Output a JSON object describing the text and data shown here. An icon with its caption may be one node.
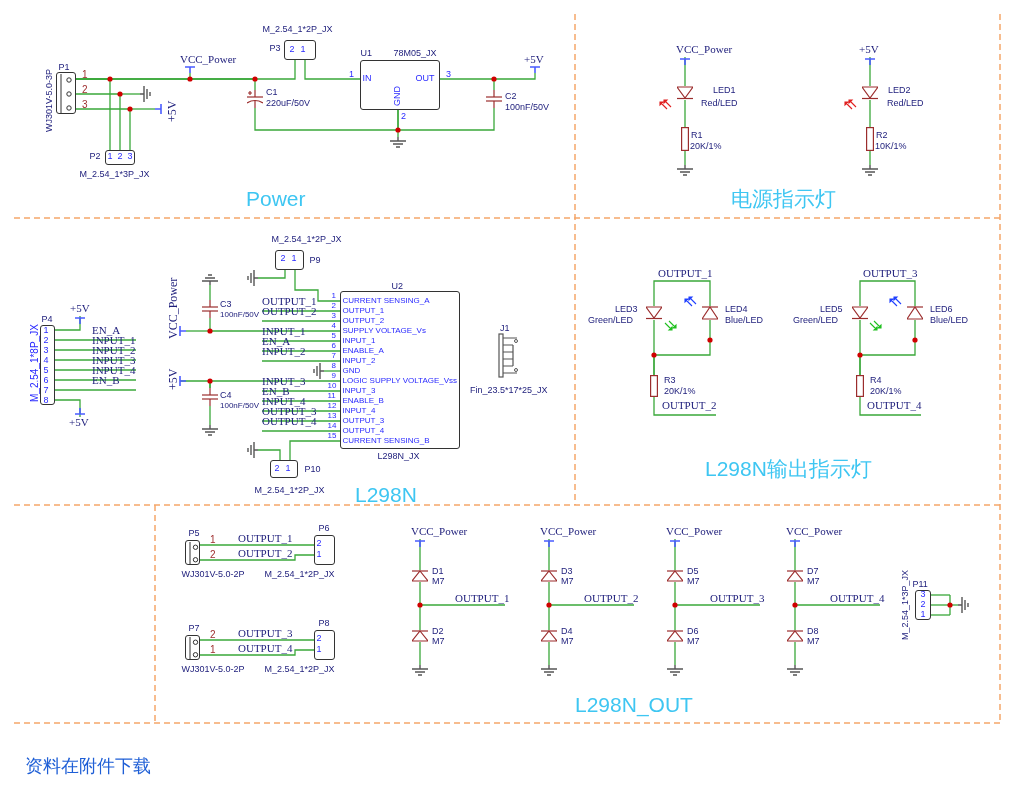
{
  "diagram": {
    "nodes": [
      {
        "text": [
          "P1",
          "WJ301V-5.0-3P"
        ]
      },
      {
        "text": [
          "P2",
          "1",
          "2",
          "3",
          "M_2.54_1*3P_JX"
        ]
      },
      {
        "text": [
          "C1",
          "220uF/50V"
        ]
      },
      {
        "text": [
          "M_2.54_1*2P_JX",
          "P3",
          "2",
          "1"
        ]
      },
      {
        "text": [
          "U1",
          "78M05_JX",
          "IN",
          "OUT",
          "GND"
        ]
      },
      {
        "text": [
          "C2",
          "100nF/50V"
        ]
      },
      {
        "text": [
          "LED1",
          "Red/LED"
        ]
      },
      {
        "text": [
          "R1",
          "20K/1%"
        ]
      },
      {
        "text": [
          "LED2",
          "Red/LED"
        ]
      },
      {
        "text": [
          "R2",
          "10K/1%"
        ]
      },
      {
        "text": [
          "P4",
          "M_2.54_1*8P_JX",
          "1",
          "2",
          "3",
          "4",
          "5",
          "6",
          "7",
          "8"
        ]
      },
      {
        "text": [
          "M_2.54_1*2P_JX",
          "2",
          "1",
          "P9"
        ]
      },
      {
        "text": [
          "C3",
          "100nF/50V"
        ]
      },
      {
        "text": [
          "U2",
          "CURRENT SENSING_A",
          "OUTPUT_1",
          "OUTPUT_2",
          "SUPPLY VOLTAGE_Vs",
          "INPUT_1",
          "ENABLE_A",
          "INPUT_2",
          "GND",
          "LOGIC SUPPLY VOLTAGE_Vss",
          "INPUT_3",
          "ENABLE_B",
          "INPUT_4",
          "OUTPUT_3",
          "OUTPUT_4",
          "CURRENT SENSING_B",
          "L298N_JX"
        ],
        "beside": [
          "1",
          "2",
          "3",
          "4",
          "5",
          "6",
          "7",
          "8",
          "9",
          "10",
          "11",
          "12",
          "13",
          "14",
          "15"
        ]
      },
      {
        "text": [
          "C4",
          "100nF/50V"
        ]
      },
      {
        "text": [
          "2",
          "1",
          "P10",
          "M_2.54_1*2P_JX"
        ]
      },
      {
        "text": [
          "J1",
          "Fin_23.5*17*25_JX"
        ]
      },
      {
        "text": [
          "LED3",
          "Green/LED"
        ]
      },
      {
        "text": [
          "LED4",
          "Blue/LED"
        ]
      },
      {
        "text": [
          "R3",
          "20K/1%"
        ]
      },
      {
        "text": [
          "LED5",
          "Green/LED"
        ]
      },
      {
        "text": [
          "LED6",
          "Blue/LED"
        ]
      },
      {
        "text": [
          "R4",
          "20K/1%"
        ]
      },
      {
        "text": [
          "P5",
          "WJ301V-5.0-2P"
        ]
      },
      {
        "text": [
          "P6",
          "2",
          "1",
          "M_2.54_1*2P_JX"
        ]
      },
      {
        "text": [
          "P7",
          "WJ301V-5.0-2P"
        ]
      },
      {
        "text": [
          "P8",
          "2",
          "1",
          "M_2.54_1*2P_JX"
        ]
      },
      {
        "text": [
          "D1",
          "M7"
        ]
      },
      {
        "text": [
          "D2",
          "M7"
        ]
      },
      {
        "text": [
          "D3",
          "M7"
        ]
      },
      {
        "text": [
          "D4",
          "M7"
        ]
      },
      {
        "text": [
          "D5",
          "M7"
        ]
      },
      {
        "text": [
          "D6",
          "M7"
        ]
      },
      {
        "text": [
          "D7",
          "M7"
        ]
      },
      {
        "text": [
          "D8",
          "M7"
        ]
      },
      {
        "text": [
          "P11",
          "3",
          "2",
          "1",
          "M_2.54_1*3P_JX"
        ]
      },
      {
        "text": [
          "OUTPUT_1"
        ]
      },
      {
        "text": [
          "OUTPUT_2"
        ]
      },
      {
        "text": [
          "INPUT_1"
        ]
      },
      {
        "text": [
          "EN_A"
        ]
      },
      {
        "text": [
          "INPUT_2"
        ]
      },
      {
        "text": [
          "INPUT_3"
        ]
      },
      {
        "text": [
          "EN_B"
        ]
      },
      {
        "text": [
          "INPUT_4"
        ]
      },
      {
        "text": [
          "OUTPUT_3"
        ]
      },
      {
        "text": [
          "OUTPUT_4"
        ]
      },
      {
        "text": [
          "EN_A"
        ]
      },
      {
        "text": [
          "INPUT_1"
        ]
      },
      {
        "text": [
          "INPUT_2"
        ]
      },
      {
        "text": [
          "INPUT_3"
        ]
      },
      {
        "text": [
          "INPUT_4"
        ]
      },
      {
        "text": [
          "EN_B"
        ]
      },
      {
        "text": [
          "OUTPUT_2"
        ]
      },
      {
        "text": [
          "OUTPUT_4"
        ]
      },
      {
        "text": [
          "VCC_Power"
        ]
      },
      {
        "text": [
          "+5V"
        ]
      },
      {
        "text": [
          "+5V"
        ]
      },
      {
        "text": [
          "+5V"
        ]
      },
      {
        "text": [
          "+5V"
        ]
      },
      {
        "text": [
          "VCC_Power"
        ]
      },
      {
        "text": [
          "VCC_Power"
        ]
      },
      {
        "text": [
          "VCC_Power"
        ]
      },
      {
        "text": [
          "VCC_Power"
        ]
      }
    ],
    "edges": [
      {
        "from": 0,
        "to": 1,
        "arrow": "none"
      },
      {
        "from": 0,
        "to": 1,
        "arrow": "none"
      },
      {
        "from": 0,
        "to": 1,
        "arrow": "none"
      },
      {
        "from": 0,
        "to": 2,
        "arrow": "none"
      },
      {
        "from": 0,
        "to": 3,
        "arrow": "none"
      },
      {
        "from": 3,
        "to": 4,
        "arrow": "none"
      },
      {
        "from": 4,
        "to": 5,
        "arrow": "none"
      },
      {
        "from": 4,
        "to": 2,
        "arrow": "none"
      },
      {
        "from": 4,
        "to": 5,
        "arrow": "none"
      },
      {
        "from": 6,
        "to": 7,
        "arrow": "none"
      },
      {
        "from": 8,
        "to": 9,
        "arrow": "none"
      },
      {
        "from": 11,
        "to": 13,
        "arrow": "none"
      },
      {
        "from": 12,
        "to": 13,
        "arrow": "none"
      },
      {
        "from": 14,
        "to": 13,
        "arrow": "none"
      },
      {
        "from": 15,
        "to": 13,
        "arrow": "none"
      },
      {
        "from": 17,
        "to": 18,
        "arrow": "none",
        "label": "OUTPUT_1"
      },
      {
        "from": 17,
        "to": 19,
        "arrow": "none"
      },
      {
        "from": 18,
        "to": 19,
        "arrow": "none"
      },
      {
        "from": 20,
        "to": 21,
        "arrow": "none",
        "label": "OUTPUT_3"
      },
      {
        "from": 20,
        "to": 22,
        "arrow": "none"
      },
      {
        "from": 21,
        "to": 22,
        "arrow": "none"
      },
      {
        "from": 23,
        "to": 24,
        "arrow": "none",
        "label": "OUTPUT_1"
      },
      {
        "from": 23,
        "to": 24,
        "arrow": "none",
        "label": "OUTPUT_2"
      },
      {
        "from": 25,
        "to": 26,
        "arrow": "none",
        "label": "OUTPUT_3"
      },
      {
        "from": 25,
        "to": 26,
        "arrow": "none",
        "label": "OUTPUT_4"
      },
      {
        "from": 27,
        "to": 28,
        "arrow": "none"
      },
      {
        "from": 29,
        "to": 30,
        "arrow": "none"
      },
      {
        "from": 31,
        "to": 32,
        "arrow": "none"
      },
      {
        "from": 33,
        "to": 34,
        "arrow": "none"
      },
      {
        "from": 36,
        "to": 13,
        "arrow": "none"
      },
      {
        "from": 37,
        "to": 13,
        "arrow": "none"
      },
      {
        "from": 38,
        "to": 13,
        "arrow": "none"
      },
      {
        "from": 39,
        "to": 13,
        "arrow": "none"
      },
      {
        "from": 40,
        "to": 13,
        "arrow": "none"
      },
      {
        "from": 41,
        "to": 13,
        "arrow": "none"
      },
      {
        "from": 42,
        "to": 13,
        "arrow": "none"
      },
      {
        "from": 43,
        "to": 13,
        "arrow": "none"
      },
      {
        "from": 44,
        "to": 13,
        "arrow": "none"
      },
      {
        "from": 45,
        "to": 13,
        "arrow": "none"
      },
      {
        "from": 10,
        "to": 46,
        "arrow": "none"
      },
      {
        "from": 10,
        "to": 47,
        "arrow": "none"
      },
      {
        "from": 10,
        "to": 48,
        "arrow": "none"
      },
      {
        "from": 10,
        "to": 49,
        "arrow": "none"
      },
      {
        "from": 10,
        "to": 50,
        "arrow": "none"
      },
      {
        "from": 10,
        "to": 51,
        "arrow": "none"
      },
      {
        "from": 19,
        "to": 52,
        "arrow": "none"
      },
      {
        "from": 22,
        "to": 53,
        "arrow": "none"
      },
      {
        "from": 54,
        "to": 6,
        "arrow": "none"
      },
      {
        "from": 55,
        "to": 8,
        "arrow": "none"
      },
      {
        "from": 10,
        "to": 56,
        "arrow": "none"
      },
      {
        "from": 10,
        "to": 57,
        "arrow": "none"
      },
      {
        "from": 58,
        "to": 14,
        "arrow": "none"
      },
      {
        "from": 59,
        "to": 27,
        "arrow": "none"
      },
      {
        "from": 60,
        "to": 29,
        "arrow": "none"
      },
      {
        "from": 61,
        "to": 31,
        "arrow": "none"
      },
      {
        "from": 62,
        "to": 33,
        "arrow": "none"
      }
    ],
    "labels": [
      "1",
      "2",
      "3",
      "VCC_Power",
      "+5V",
      "1",
      "3",
      "2",
      "+5V",
      "Power",
      "电源指示灯",
      "VCC_Power",
      "L298N",
      "L298N输出指示灯",
      "1",
      "2",
      "2",
      "1",
      "OUTPUT_1",
      "OUTPUT_2",
      "OUTPUT_3",
      "OUTPUT_4",
      "L298N_OUT",
      "资料在附件下载"
    ]
  }
}
